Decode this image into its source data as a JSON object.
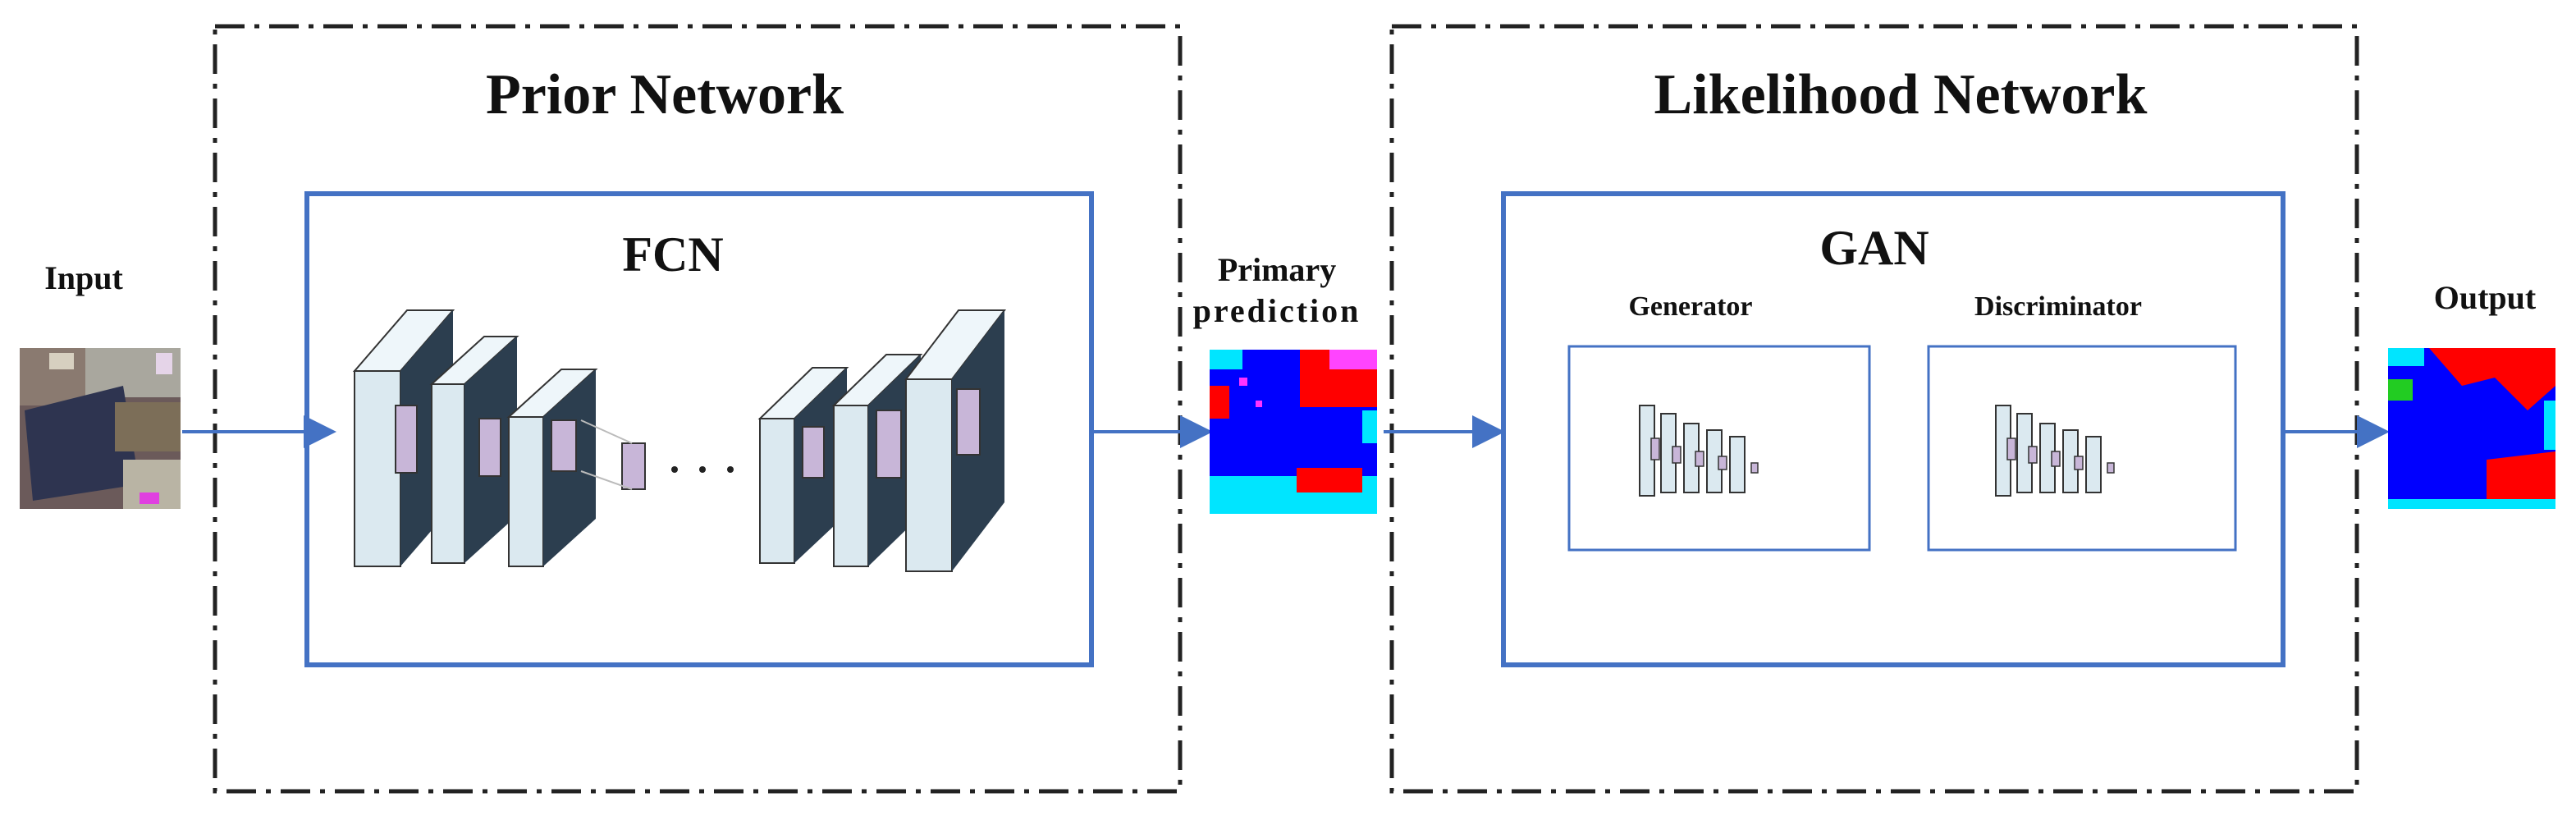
{
  "input_label": "Input",
  "output_label": "Output",
  "primary_prediction_label": [
    "Primary",
    "prediction"
  ],
  "prior_network": {
    "title": "Prior Network",
    "inner_title": "FCN"
  },
  "likelihood_network": {
    "title": "Likelihood Network",
    "inner_title": "GAN",
    "generator_label": "Generator",
    "discriminator_label": "Discriminator"
  },
  "colors": {
    "arrow": "#4472c4",
    "box_border": "#4472c4",
    "dashed_border": "#222222",
    "layer_face": "#dbe9f0",
    "layer_side": "#2c3e4f",
    "kernel": "#c8b6d8",
    "seg_blue": "#0000ff",
    "seg_red": "#ff0000",
    "seg_cyan": "#00e5ff",
    "seg_green": "#22cc22",
    "seg_magenta": "#ff33ff"
  }
}
